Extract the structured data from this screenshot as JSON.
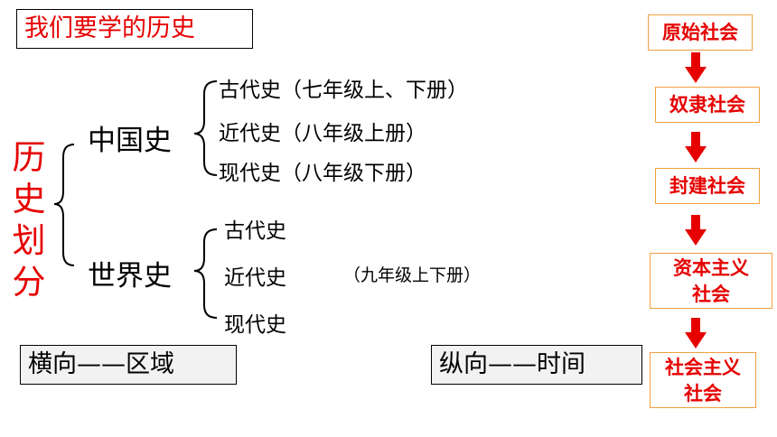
{
  "title": "我们要学的历史",
  "vertical_label": [
    "历",
    "史",
    "划",
    "分"
  ],
  "categories": [
    {
      "name": "中国史",
      "items": [
        "古代史（七年级上、下册）",
        "近代史（八年级上册）",
        "现代史（八年级下册）"
      ]
    },
    {
      "name": "世界史",
      "items": [
        "古代史",
        "近代史",
        "现代史"
      ],
      "note": "（九年级上下册）"
    }
  ],
  "horizontal_box": "横向——区域",
  "vertical_box": "纵向——时间",
  "stages": [
    [
      "原始社会"
    ],
    [
      "奴隶社会"
    ],
    [
      "封建社会"
    ],
    [
      "资本主义",
      "社会"
    ],
    [
      "社会主义",
      "社会"
    ]
  ],
  "colors": {
    "accent": "#e60000",
    "stage_border": "#f0a040",
    "box_fill": "#f2f2f2"
  }
}
